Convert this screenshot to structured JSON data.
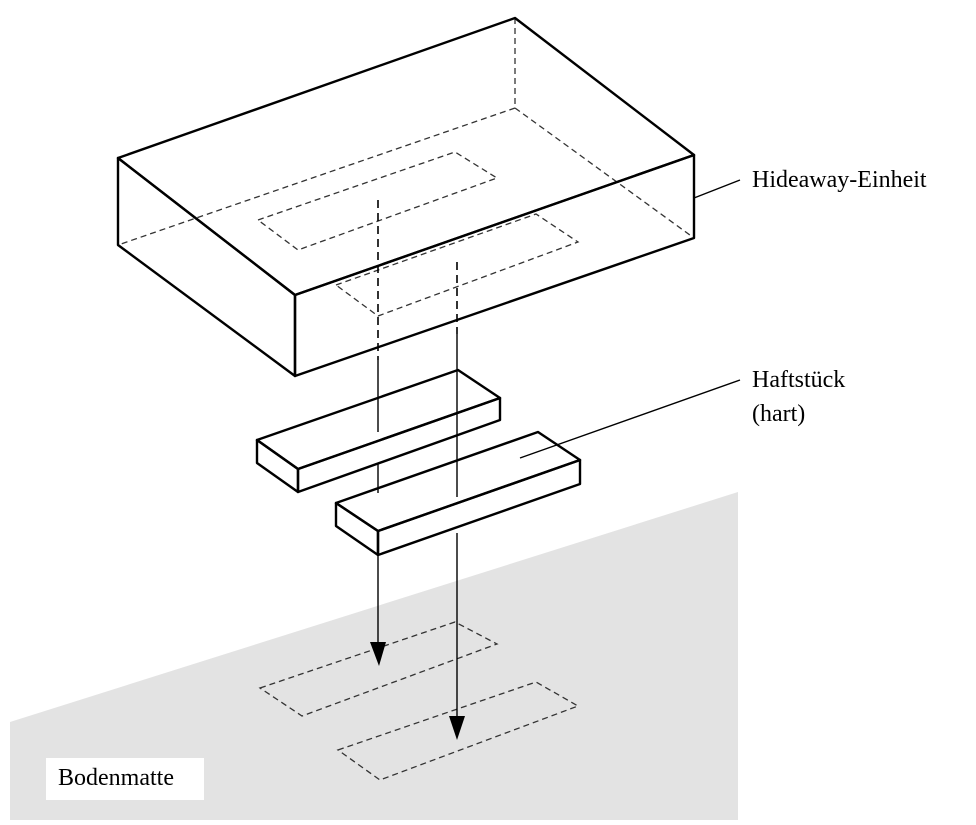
{
  "labels": {
    "hideaway_unit": "Hideaway-Einheit",
    "pad_line1": "Haftstück",
    "pad_line2": "(hart)",
    "floor_mat": "Bodenmatte"
  },
  "colors": {
    "floor_mat_fill": "#e3e3e3",
    "pad_fill": "#dedede",
    "line": "#000000",
    "background": "#ffffff"
  }
}
